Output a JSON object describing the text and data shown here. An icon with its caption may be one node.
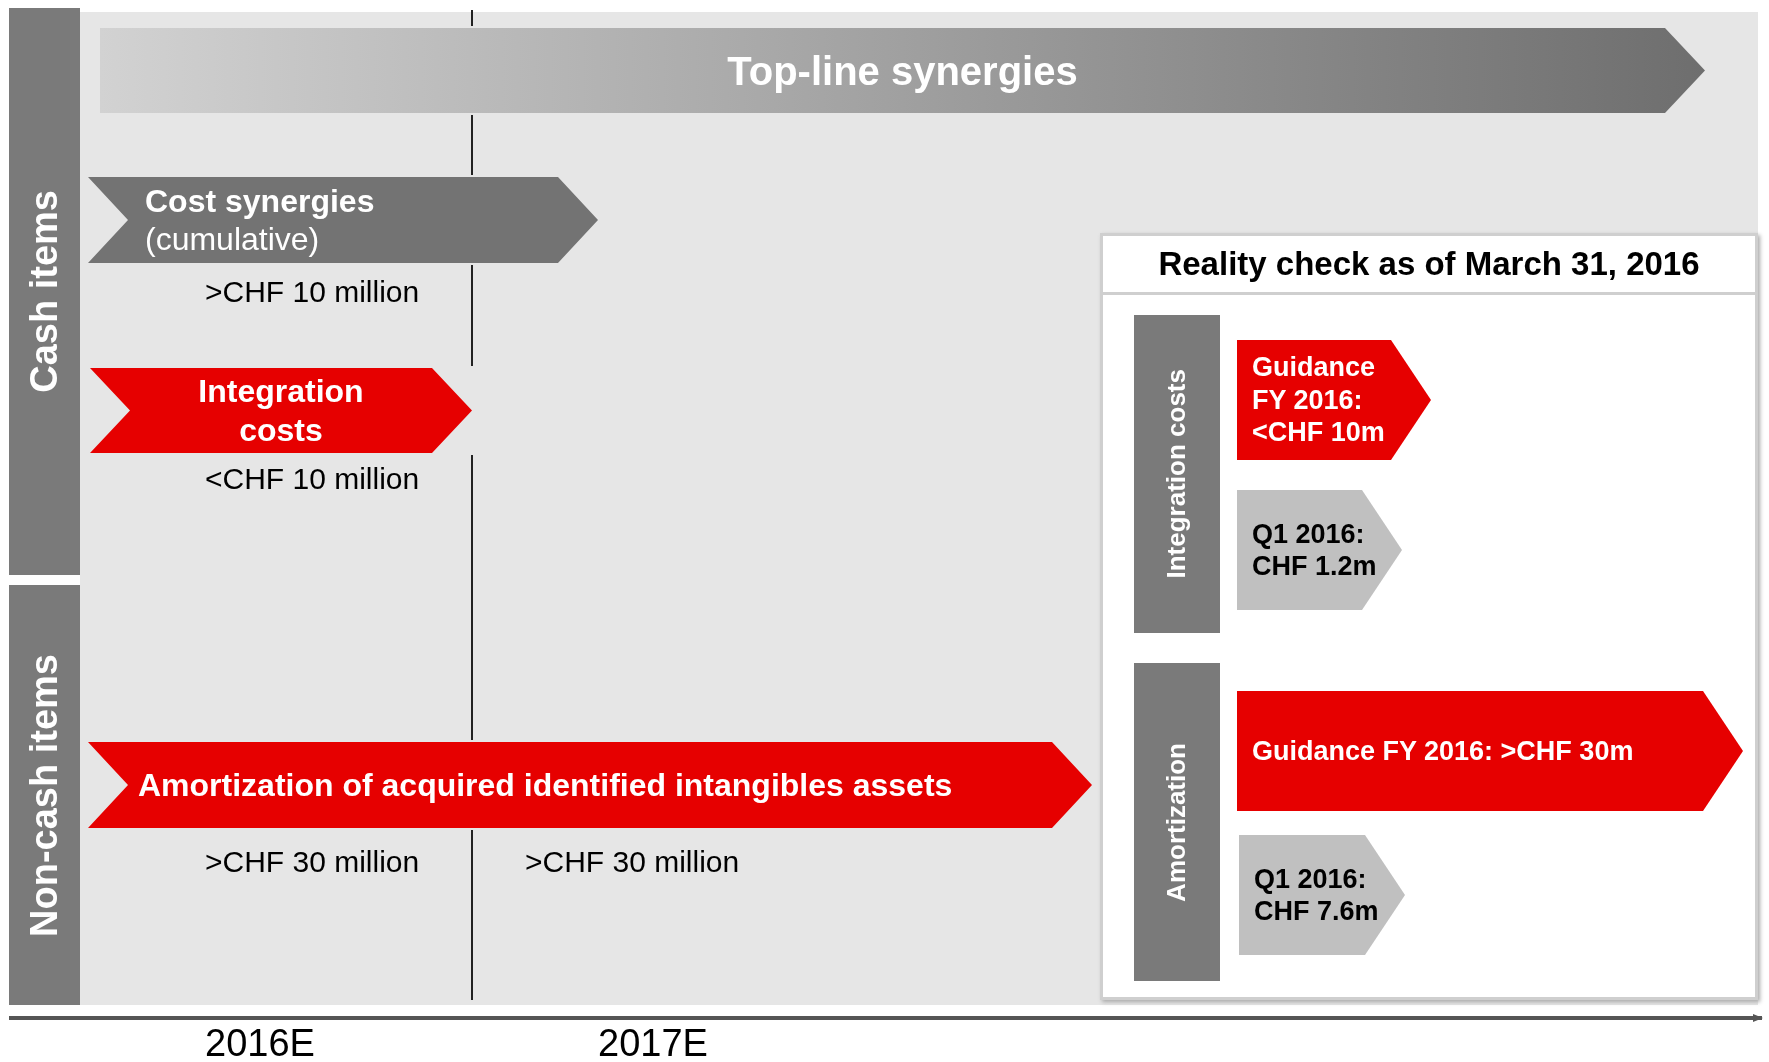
{
  "diagram": {
    "nodes": [
      {
        "text": [
          "Cash items"
        ]
      },
      {
        "text": [
          "Non-cash items"
        ]
      },
      {
        "text": [
          "Top-line synergies"
        ]
      },
      {
        "text": [
          "Cost synergies",
          "(cumulative)"
        ],
        "beside": [
          ">CHF 10 million"
        ]
      },
      {
        "text": [
          "Integration costs"
        ],
        "beside": [
          "<CHF 10 million"
        ]
      },
      {
        "text": [
          "Amortization of acquired identified intangibles assets"
        ],
        "beside": [
          ">CHF 30 million",
          ">CHF 30 million"
        ]
      },
      {
        "text": [
          "Reality check as of March 31, 2016"
        ]
      },
      {
        "text": [
          "Integration costs"
        ],
        "in": 6
      },
      {
        "text": [
          "Guidance FY 2016: <CHF 10m"
        ],
        "in": 6
      },
      {
        "text": [
          "Q1 2016: CHF 1.2m"
        ],
        "in": 6
      },
      {
        "text": [
          "Amortization"
        ],
        "in": 6
      },
      {
        "text": [
          "Guidance FY 2016: >CHF 30m"
        ],
        "in": 6
      },
      {
        "text": [
          "Q1 2016: CHF 7.6m"
        ],
        "in": 6
      }
    ],
    "edges": [],
    "labels": [
      "2016E",
      "2017E"
    ]
  }
}
